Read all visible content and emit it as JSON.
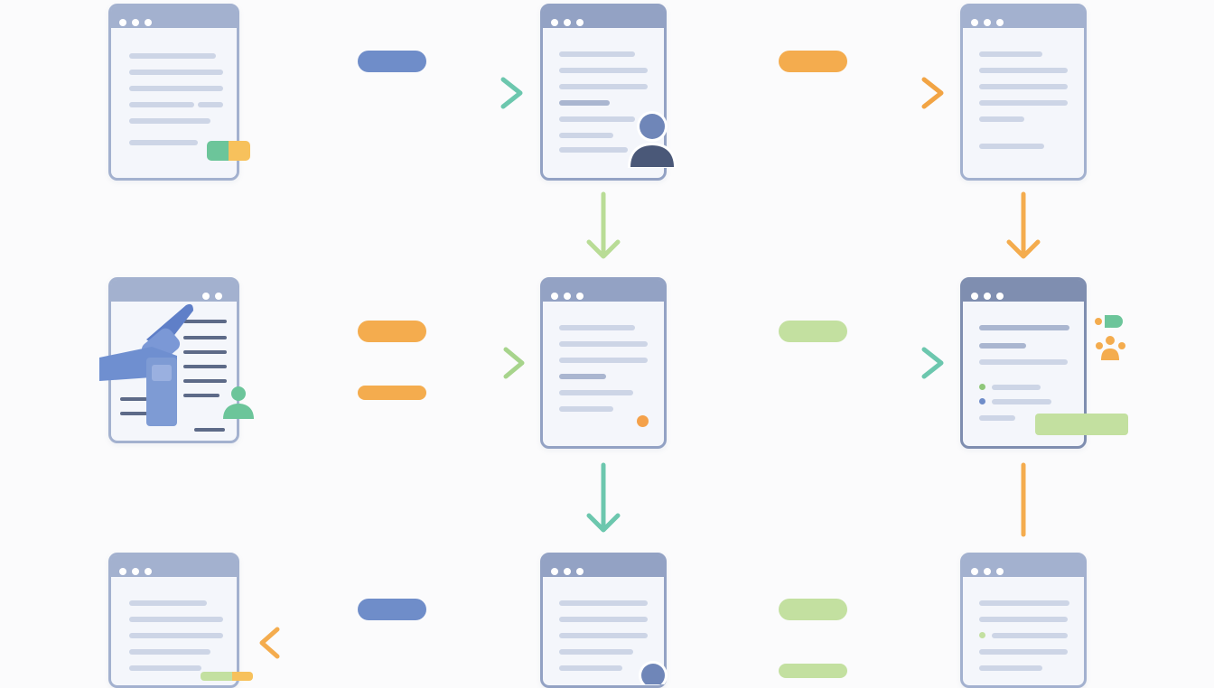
{
  "colors": {
    "window_border": "#a3b1cf",
    "window_fill": "#f4f6fb",
    "text_line": "#cdd5e6",
    "blue": "#6f8dc9",
    "orange": "#f4ac4e",
    "green": "#b9dc96",
    "teal": "#6cc7ae",
    "user_dark": "#4a5878",
    "user_green": "#6cc59a"
  },
  "icons": [
    "browser-window",
    "user-avatar-icon",
    "hand-pointer-icon",
    "status-tag-icon",
    "team-icon"
  ],
  "nodes": [
    {
      "id": "r1c1",
      "row": 1,
      "col": 1
    },
    {
      "id": "r1c2",
      "row": 1,
      "col": 2,
      "badge": "user-avatar-icon"
    },
    {
      "id": "r1c3",
      "row": 1,
      "col": 3
    },
    {
      "id": "r2c1",
      "row": 2,
      "col": 1,
      "badge": "hand-pointer-icon"
    },
    {
      "id": "r2c2",
      "row": 2,
      "col": 2
    },
    {
      "id": "r2c3",
      "row": 2,
      "col": 3,
      "badge": "team-icon"
    },
    {
      "id": "r3c1",
      "row": 3,
      "col": 1
    },
    {
      "id": "r3c2",
      "row": 3,
      "col": 2,
      "badge": "user-avatar-icon"
    },
    {
      "id": "r3c3",
      "row": 3,
      "col": 3
    }
  ],
  "edges": [
    {
      "from": "r1c1",
      "to": "r1c2",
      "color": "teal"
    },
    {
      "from": "r1c2",
      "to": "r1c3",
      "color": "orange"
    },
    {
      "from": "r1c2",
      "to": "r2c2",
      "color": "green"
    },
    {
      "from": "r1c3",
      "to": "r2c3",
      "color": "orange"
    },
    {
      "from": "r2c1",
      "to": "r2c2",
      "color": "green"
    },
    {
      "from": "r2c2",
      "to": "r2c3",
      "color": "teal"
    },
    {
      "from": "r2c2",
      "to": "r3c2",
      "color": "teal"
    },
    {
      "from": "r2c3",
      "to": "r3c3",
      "color": "orange"
    },
    {
      "from": "r3c2",
      "to": "r3c1",
      "color": "orange"
    },
    {
      "from": "r3c3",
      "to": "r3c2",
      "color": "green"
    }
  ]
}
